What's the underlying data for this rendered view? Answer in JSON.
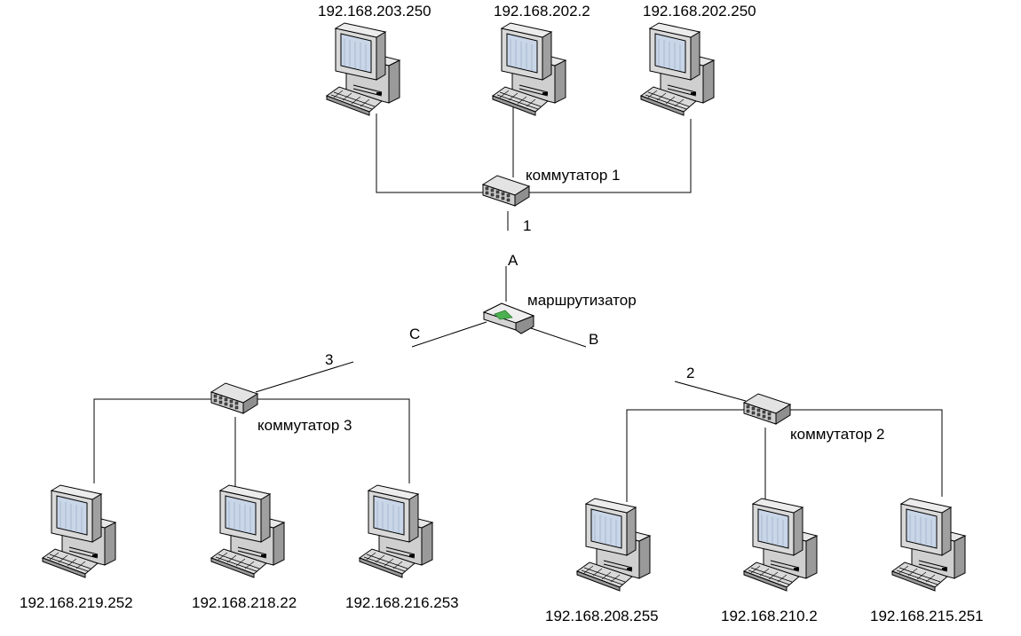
{
  "switches": [
    {
      "id": "sw1",
      "label": "коммутатор 1",
      "port": "1"
    },
    {
      "id": "sw2",
      "label": "коммутатор 2",
      "port": "2"
    },
    {
      "id": "sw3",
      "label": "коммутатор 3",
      "port": "3"
    }
  ],
  "router": {
    "label": "маршрутизатор",
    "ports": {
      "a": "A",
      "b": "B",
      "c": "C"
    }
  },
  "computers": {
    "top": [
      "192.168.203.250",
      "192.168.202.2",
      "192.168.202.250"
    ],
    "left": [
      "192.168.219.252",
      "192.168.218.22",
      "192.168.216.253"
    ],
    "right": [
      "192.168.208.255",
      "192.168.210.2",
      "192.168.215.251"
    ]
  },
  "icons": {
    "computer": "desktop-computer-icon",
    "switch": "network-switch-icon",
    "router": "router-icon"
  },
  "colors": {
    "line": "#000000",
    "device_body": "#d9d9d9",
    "screen": "#c9d6e8",
    "router_led": "#4caf50"
  }
}
